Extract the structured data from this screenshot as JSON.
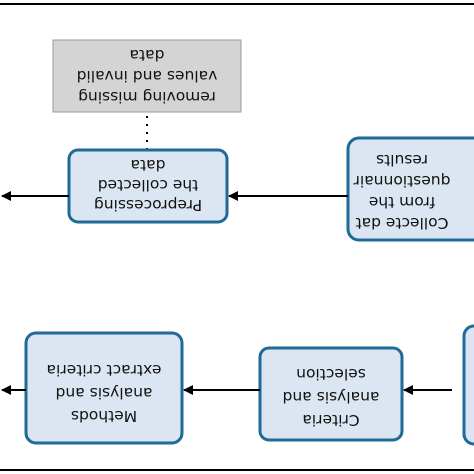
{
  "nodes": {
    "collect": {
      "lines": [
        "Collecte dat",
        "from the",
        "questionnair",
        "results"
      ]
    },
    "preprocess": {
      "lines": [
        "Preprocessing",
        "the collected",
        "data"
      ]
    },
    "note": {
      "lines": [
        "removing missing",
        "values and invalid",
        "data"
      ]
    },
    "methods": {
      "lines": [
        "Methods",
        "analysis and",
        "extract criteria"
      ]
    },
    "criteria": {
      "lines": [
        "Criteria",
        "analysis and",
        "selection"
      ]
    }
  },
  "colors": {
    "box_fill": "#dce6f2",
    "box_stroke": "#1f6a96",
    "note_fill": "#d4d4d4",
    "arrow": "#000000",
    "frame": "#000000"
  }
}
